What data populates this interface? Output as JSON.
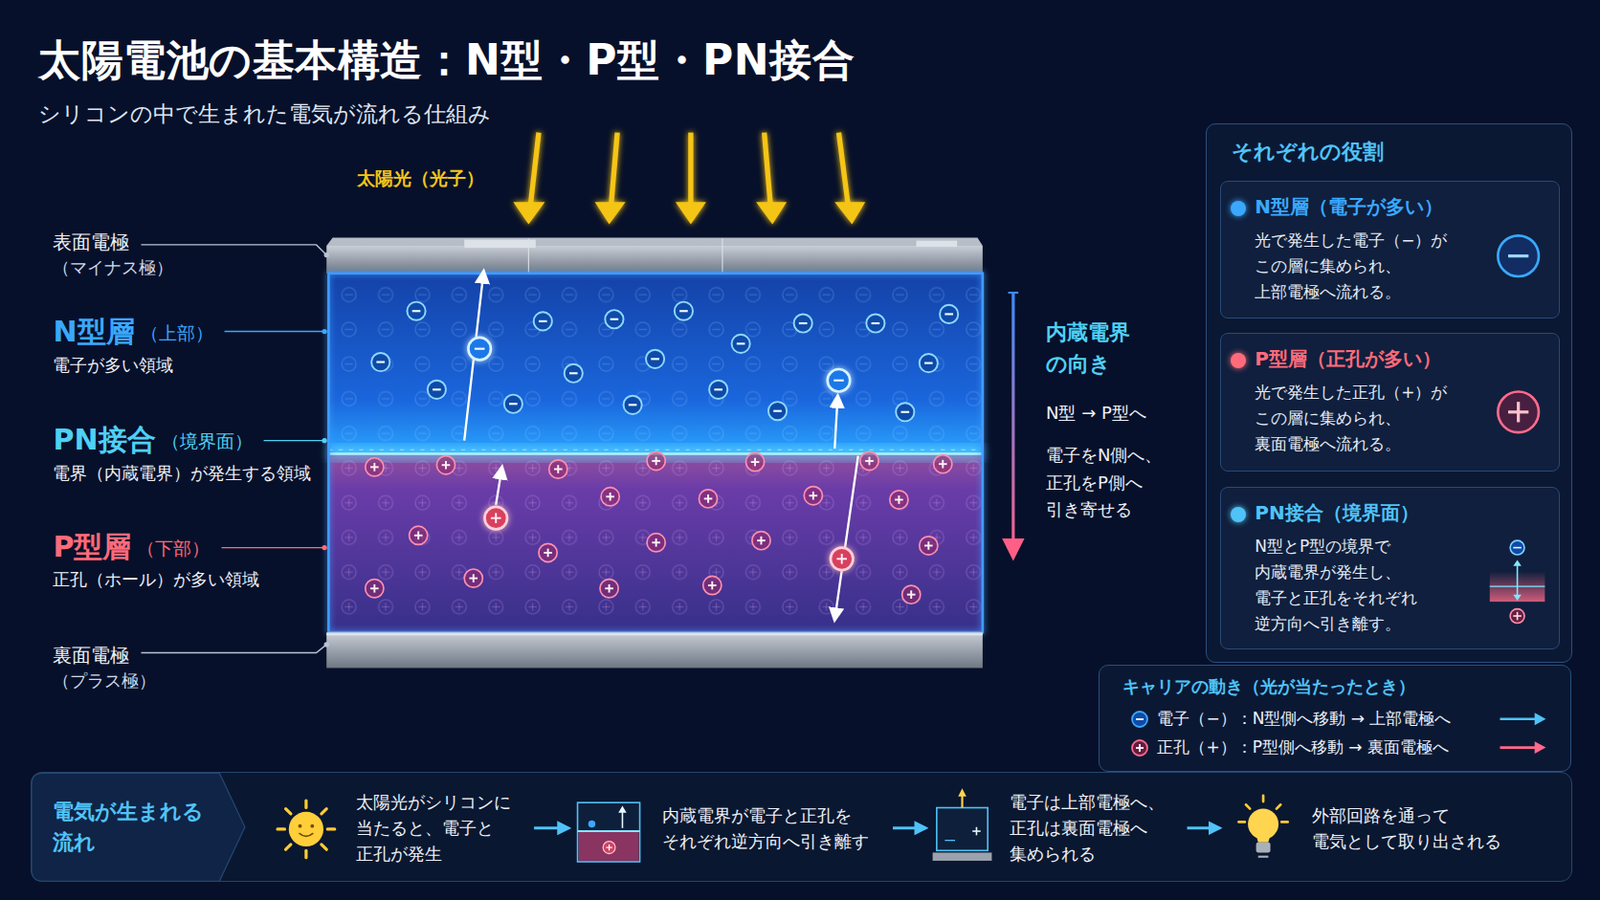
{
  "diagram": {
    "title": "太陽電池の基本構造：N型・P型・PN接合",
    "caption": "シリコンの中で生まれた電気が流れる仕組み",
    "nodes": [
      {
        "text": [
          "それぞれの役割"
        ]
      },
      {
        "text": [
          "N型層（電子が多い）",
          "光で発生した電子（−）が この層に集められ、 上部電極へ流れる。"
        ],
        "in": 0
      },
      {
        "text": [
          "P型層（正孔が多い）",
          "光で発生した正孔（+）が この層に集められ、 裏面電極へ流れる。"
        ],
        "in": 0
      },
      {
        "text": [
          "PN接合（境界面）",
          "N型とP型の境界で 内蔵電界が発生し、 電子と正孔をそれぞれ 逆方向へ引き離す。"
        ],
        "in": 0
      },
      {
        "text": [
          "キャリアの動き（光が当たったとき）"
        ]
      },
      {
        "text": [
          "電気が生まれる 流れ"
        ]
      },
      {
        "text": [
          "太陽光がシリコンに 当たると、電子と 正孔が発生"
        ],
        "in": 5
      },
      {
        "text": [
          "内蔵電界が電子と正孔を それぞれ逆方向へ引き離す"
        ],
        "in": 5
      },
      {
        "text": [
          "電子は上部電極へ、 正孔は裏面電極へ 集められる"
        ],
        "in": 5
      },
      {
        "text": [
          "外部回路を通って 電気として取り出される"
        ],
        "in": 5
      }
    ],
    "edges": [
      {
        "from": 6,
        "to": 7,
        "arrow": "to"
      },
      {
        "from": 7,
        "to": 8,
        "arrow": "to"
      },
      {
        "from": 8,
        "to": 9,
        "arrow": "to"
      }
    ],
    "labels": [
      "太陽光（光子）",
      "表面電極",
      "（マイナス極）",
      "N型層",
      "（上部）",
      "電子が多い領域",
      "PN接合",
      "（境界面）",
      "電界（内蔵電界）が発生する領域",
      "P型層",
      "（下部）",
      "正孔（ホール）が多い領域",
      "裏面電極",
      "（プラス極）",
      "内蔵電界 の向き",
      "N型 → P型へ",
      "電子をN側へ、 正孔をP側へ 引き寄せる"
    ],
    "legend": [
      {
        "text": "電子（−）：N型側へ移動 → 上部電極へ"
      },
      {
        "text": "正孔（+）：P型側へ移動 → 裏面電極へ"
      }
    ]
  }
}
